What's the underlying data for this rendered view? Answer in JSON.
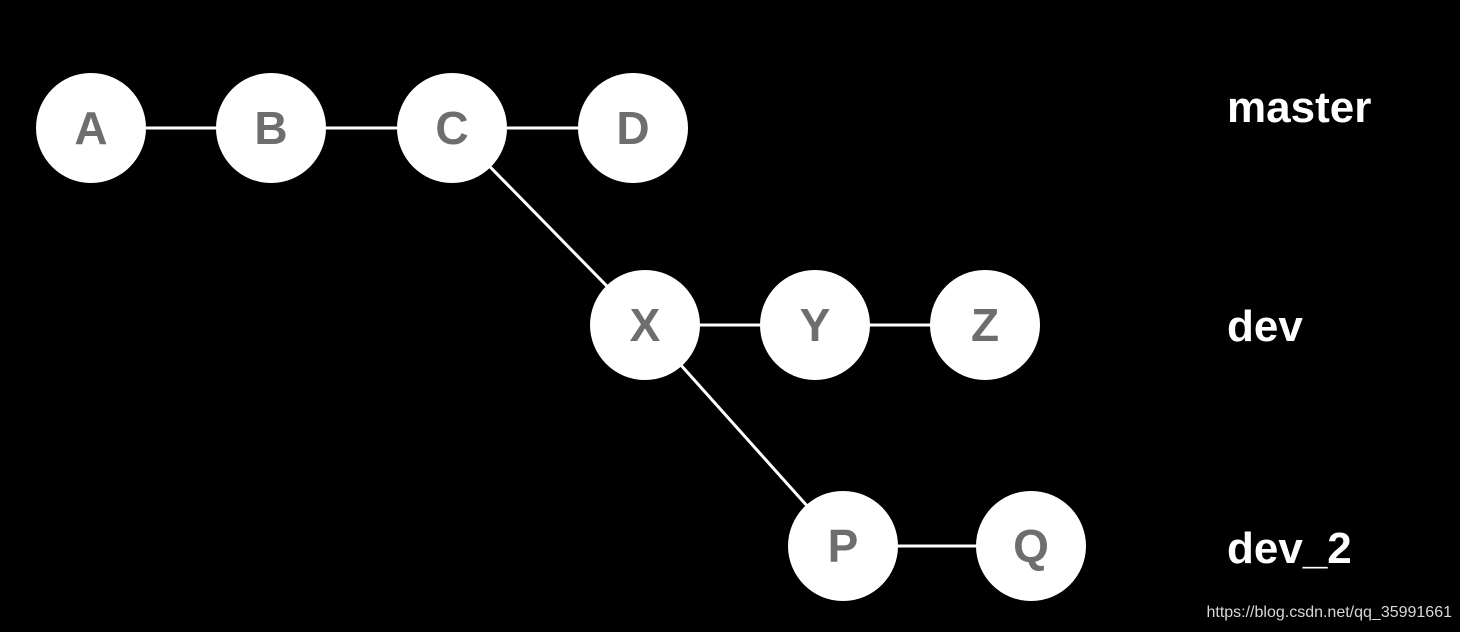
{
  "diagram": {
    "nodes": [
      {
        "id": "A",
        "label": "A"
      },
      {
        "id": "B",
        "label": "B"
      },
      {
        "id": "C",
        "label": "C"
      },
      {
        "id": "D",
        "label": "D"
      },
      {
        "id": "X",
        "label": "X"
      },
      {
        "id": "Y",
        "label": "Y"
      },
      {
        "id": "Z",
        "label": "Z"
      },
      {
        "id": "P",
        "label": "P"
      },
      {
        "id": "Q",
        "label": "Q"
      }
    ],
    "edges": [
      {
        "from": "A",
        "to": "B"
      },
      {
        "from": "B",
        "to": "C"
      },
      {
        "from": "C",
        "to": "D"
      },
      {
        "from": "C",
        "to": "X"
      },
      {
        "from": "X",
        "to": "Y"
      },
      {
        "from": "Y",
        "to": "Z"
      },
      {
        "from": "X",
        "to": "P"
      },
      {
        "from": "P",
        "to": "Q"
      }
    ],
    "branches": [
      {
        "name": "master"
      },
      {
        "name": "dev"
      },
      {
        "name": "dev_2"
      }
    ],
    "colors": {
      "background": "#000000",
      "node_fill": "#ffffff",
      "node_text": "#6e6e6e",
      "edge": "#ffffff",
      "branch_text": "#ffffff"
    }
  },
  "watermark": "https://blog.csdn.net/qq_35991661"
}
